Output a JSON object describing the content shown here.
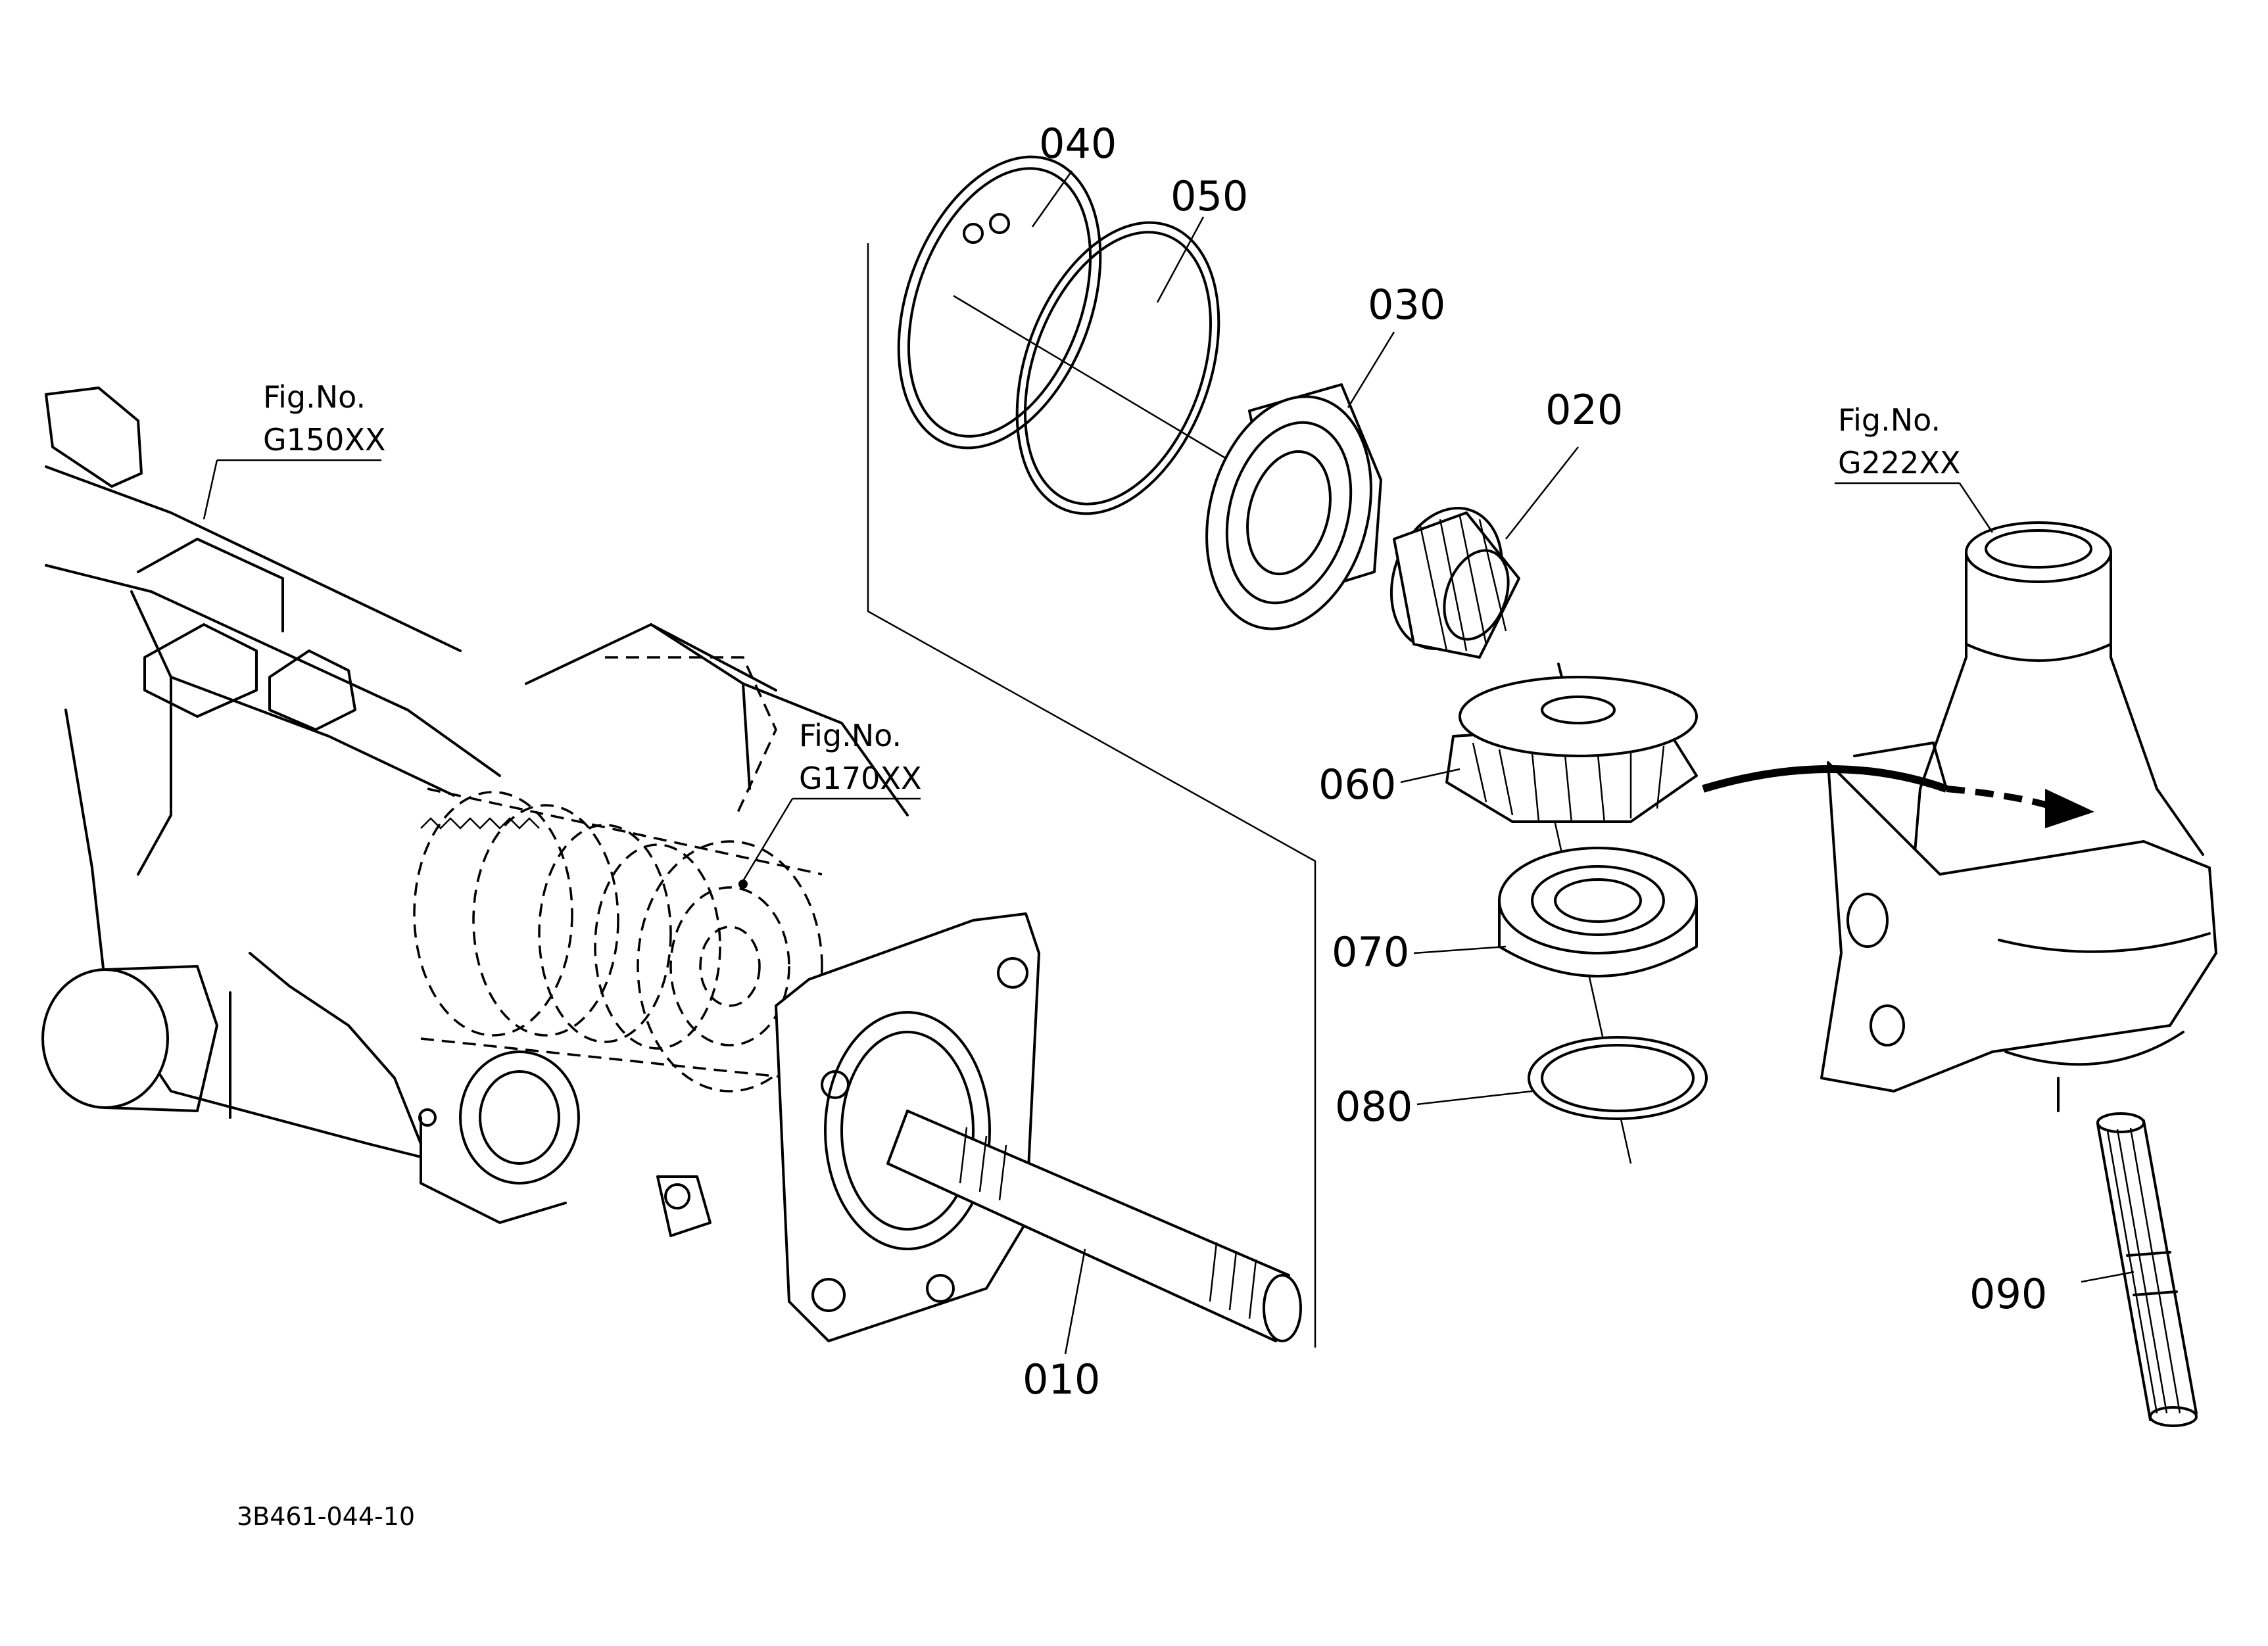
{
  "part_labels": {
    "p010": "010",
    "p020": "020",
    "p030": "030",
    "p040": "040",
    "p050": "050",
    "p060": "060",
    "p070": "070",
    "p080": "080",
    "p090": "090"
  },
  "figure_refs": {
    "g150": {
      "title": "Fig.No.",
      "code": "G150XX"
    },
    "g170": {
      "title": "Fig.No.",
      "code": "G170XX"
    },
    "g222": {
      "title": "Fig.No.",
      "code": "G222XX"
    }
  },
  "drawing_code": "3B461-044-10"
}
